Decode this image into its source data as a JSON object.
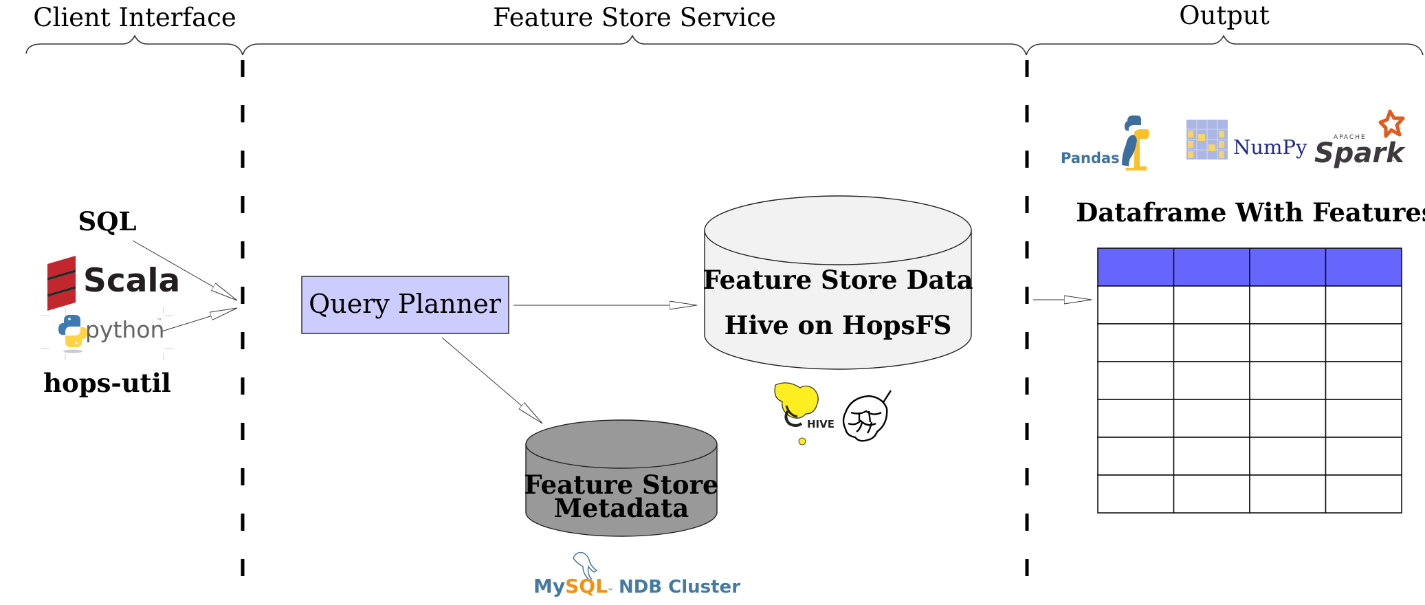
{
  "sections": {
    "client": {
      "title": "Client Interface"
    },
    "service": {
      "title": "Feature Store Service"
    },
    "output": {
      "title": "Output"
    }
  },
  "client": {
    "sql_label": "SQL",
    "languages": [
      {
        "name": "Scala",
        "icon": "scala-logo-icon"
      },
      {
        "name": "python",
        "trademark": "™",
        "icon": "python-logo-icon"
      }
    ],
    "library_label": "hops-util"
  },
  "service": {
    "query_planner": {
      "label": "Query Planner",
      "fill": "#CCCCFF"
    },
    "data_store": {
      "line1": "Feature Store Data",
      "line2": "Hive on HopsFS",
      "fill": "#F2F2F2",
      "logos": [
        "hive-logo-icon",
        "hops-logo-icon"
      ],
      "hive_logo_text": "HIVE"
    },
    "metadata_store": {
      "line1": "Feature Store",
      "line2": "Metadata",
      "fill": "#999999",
      "logo": {
        "icon": "mysql-dolphin-icon",
        "text_my": "My",
        "text_sql": "SQL",
        "text_tm": "™",
        "text_rest": "NDB Cluster",
        "color_blue": "#4479A1",
        "color_orange": "#F29111"
      }
    }
  },
  "output": {
    "frameworks": [
      {
        "name": "Pandas",
        "icon": "pandas-logo-icon",
        "color": "#3F72A0"
      },
      {
        "name": "NumPy",
        "icon": "numpy-logo-icon",
        "color": "#1F2A8C"
      },
      {
        "name": "Spark",
        "prefix": "APACHE",
        "trademark": "™",
        "icon": "spark-logo-icon",
        "color": "#3C3A3E",
        "star_color": "#E25A1C"
      }
    ],
    "dataframe_title": "Dataframe With Features",
    "table": {
      "columns": 4,
      "rows": 6,
      "header_fill": "#6666FF",
      "header": [
        "",
        "",
        "",
        ""
      ],
      "cells": [
        [
          "",
          "",
          "",
          ""
        ],
        [
          "",
          "",
          "",
          ""
        ],
        [
          "",
          "",
          "",
          ""
        ],
        [
          "",
          "",
          "",
          ""
        ],
        [
          "",
          "",
          "",
          ""
        ],
        [
          "",
          "",
          "",
          ""
        ]
      ]
    }
  },
  "edges": [
    {
      "from": "SQL",
      "to": "Feature Store Service"
    },
    {
      "from": "python",
      "to": "Feature Store Service"
    },
    {
      "from": "Query Planner",
      "to": "Feature Store Data"
    },
    {
      "from": "Query Planner",
      "to": "Feature Store Metadata"
    },
    {
      "from": "Feature Store Service",
      "to": "Dataframe With Features"
    }
  ]
}
